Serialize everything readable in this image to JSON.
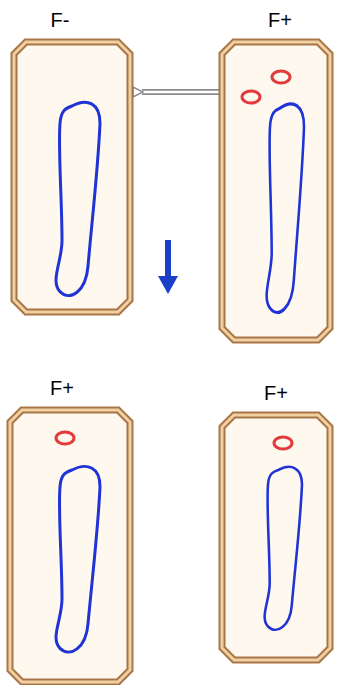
{
  "diagram": {
    "nodes": [
      {
        "text": [
          "F-"
        ]
      },
      {
        "text": [
          "F+"
        ]
      },
      {
        "text": [
          "F+"
        ]
      },
      {
        "text": [
          "F+"
        ]
      }
    ],
    "edges": [
      {
        "from": 1,
        "to": 0,
        "arrow": "to"
      }
    ]
  }
}
